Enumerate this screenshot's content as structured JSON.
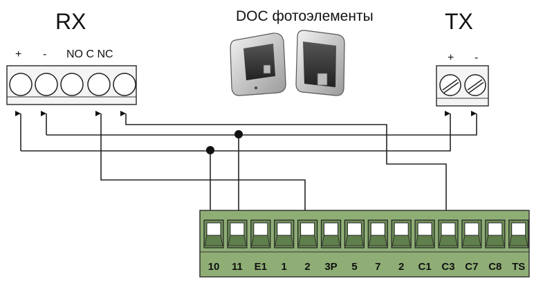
{
  "rx": {
    "label": "RX",
    "pins": [
      "+",
      "-",
      "NO C NC"
    ]
  },
  "title": "DOC фотоэлементы",
  "tx": {
    "label": "TX",
    "pins": [
      "+",
      "-"
    ]
  },
  "board": {
    "terminals": [
      "10",
      "11",
      "E1",
      "1",
      "2",
      "3P",
      "5",
      "7",
      "2",
      "C1",
      "C3",
      "C7",
      "C8",
      "TS"
    ]
  },
  "connections": [
    {
      "from": "RX +",
      "to": "10"
    },
    {
      "from": "RX -",
      "to": "11"
    },
    {
      "from": "RX C",
      "to": "2"
    },
    {
      "from": "RX NC",
      "to": "C3"
    },
    {
      "from": "TX +",
      "to": "10"
    },
    {
      "from": "TX -",
      "to": "11"
    }
  ],
  "colors": {
    "board_green": "#8fae76",
    "board_dark": "#5f7f4c",
    "housing_grey": "#e6e6e6",
    "wire": "#222222"
  }
}
